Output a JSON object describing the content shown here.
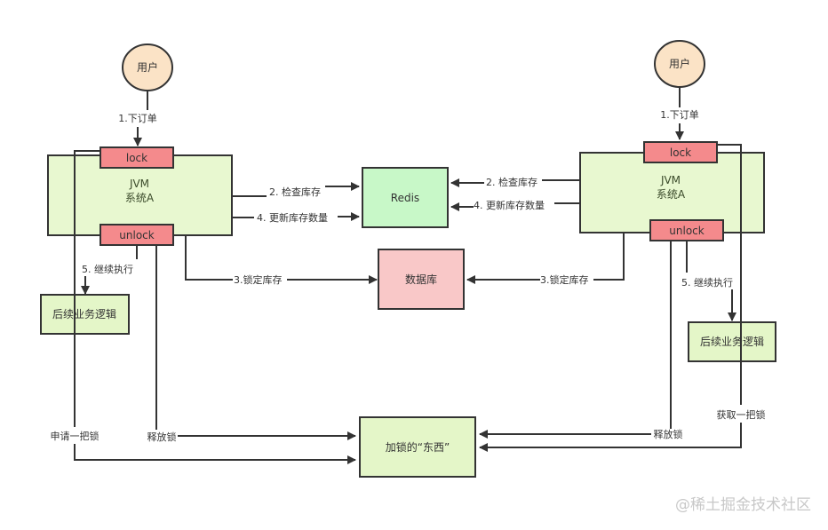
{
  "colors": {
    "user": "#fbe3c6",
    "jvm": "#e8f8d0",
    "lock": "#f48a8c",
    "redis": "#c8f8c8",
    "db": "#f9c8c8",
    "logic": "#e4f6c8",
    "lock_thing": "#e4f6c8",
    "line": "#333333"
  },
  "left": {
    "user_label": "用户",
    "order_label": "1.下订单",
    "lock_label": "lock",
    "jvm_line1": "JVM",
    "jvm_line2": "系统A",
    "unlock_label": "unlock",
    "check_label": "2. 检查库存",
    "update_label": "4. 更新库存数量",
    "lockdb_label": "3.锁定库存",
    "continue_label": "5. 继续执行",
    "logic_label": "后续业务逻辑",
    "apply_lock_label": "申请一把锁",
    "release_label": "释放锁"
  },
  "right": {
    "user_label": "用户",
    "order_label": "1.下订单",
    "lock_label": "lock",
    "jvm_line1": "JVM",
    "jvm_line2": "系统A",
    "unlock_label": "unlock",
    "check_label": "2. 检查库存",
    "update_label": "4. 更新库存数量",
    "lockdb_label": "3.锁定库存",
    "continue_label": "5. 继续执行",
    "logic_label": "后续业务逻辑",
    "acquire_lock_label": "获取一把锁",
    "release_label": "释放锁"
  },
  "center": {
    "redis_label": "Redis",
    "db_label": "数据库",
    "lock_thing_label": "加锁的“东西”"
  },
  "watermark": "@稀土掘金技术社区"
}
